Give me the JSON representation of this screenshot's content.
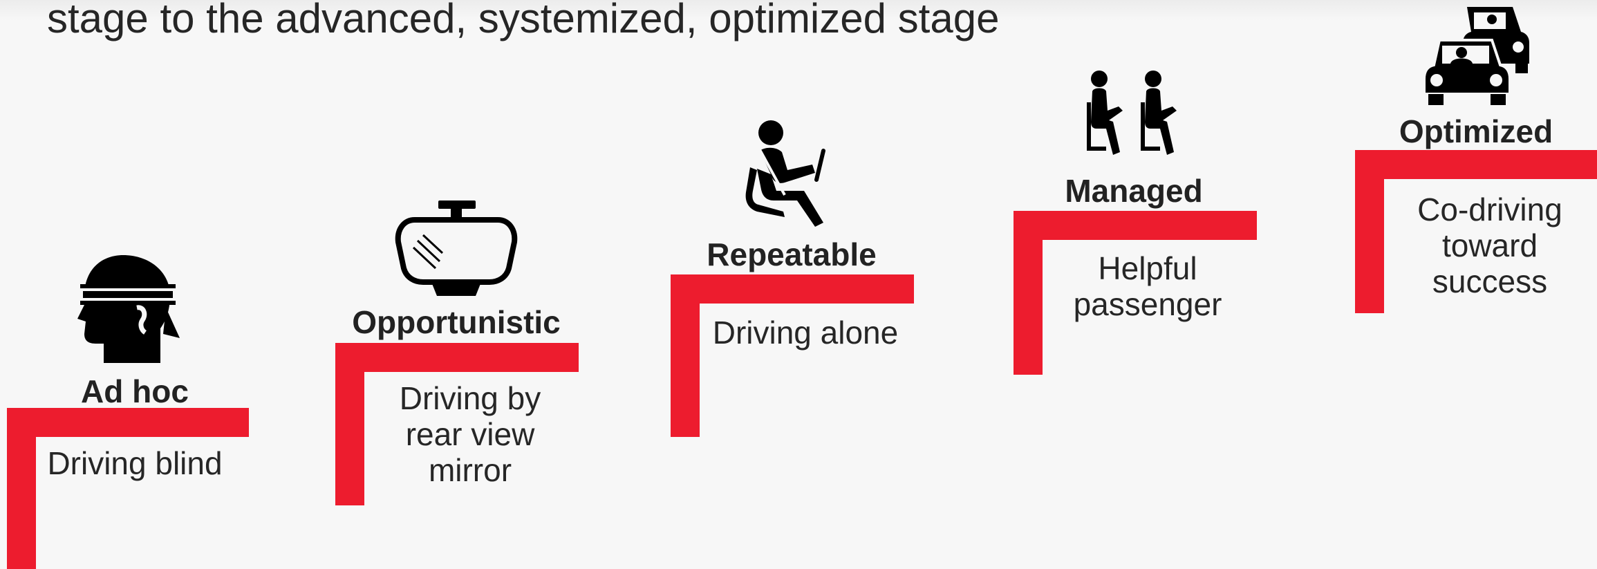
{
  "headline": "stage to the advanced, systemized, optimized stage",
  "colors": {
    "step": "#ed1c2e",
    "icon": "#000000",
    "text": "#262626"
  },
  "stages": [
    {
      "title": "Ad hoc",
      "description": "Driving blind",
      "icon": "blindfolded-head-icon"
    },
    {
      "title": "Opportunistic",
      "description": "Driving by\nrear view\nmirror",
      "icon": "rear-view-mirror-icon"
    },
    {
      "title": "Repeatable",
      "description": "Driving alone",
      "icon": "driver-seat-icon"
    },
    {
      "title": "Managed",
      "description": "Helpful\npassenger",
      "icon": "two-seated-people-icon"
    },
    {
      "title": "Optimized",
      "description": "Co-driving\ntoward\nsuccess",
      "icon": "two-cars-icon"
    }
  ]
}
